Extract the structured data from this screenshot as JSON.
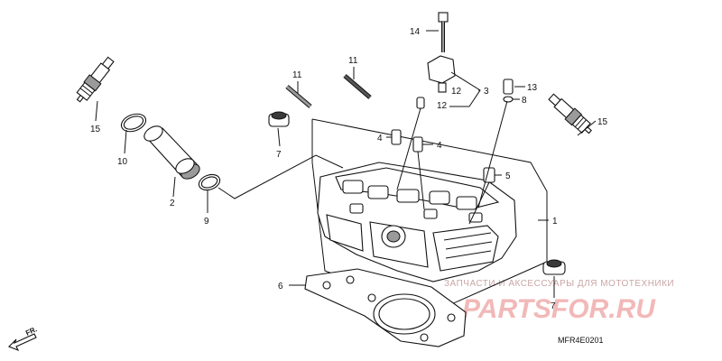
{
  "callouts": {
    "c1": "1",
    "c2": "2",
    "c3": "3",
    "c4a": "4",
    "c4b": "4",
    "c5": "5",
    "c6": "6",
    "c7a": "7",
    "c7b": "7",
    "c8": "8",
    "c9": "9",
    "c10": "10",
    "c11a": "11",
    "c11b": "11",
    "c12a": "12",
    "c12b": "12",
    "c13": "13",
    "c14": "14",
    "c15a": "15",
    "c15b": "15"
  },
  "direction_label": "FR.",
  "diagram_code": "MFR4E0201",
  "watermark": {
    "tagline": "ЗАПЧАСТИ И АКСЕССУАРЫ ДЛЯ МОТОТЕХНИКИ",
    "logo": "PARTSFOR.RU"
  },
  "colors": {
    "ink": "#111111",
    "watermark": "#f2b8b8"
  }
}
